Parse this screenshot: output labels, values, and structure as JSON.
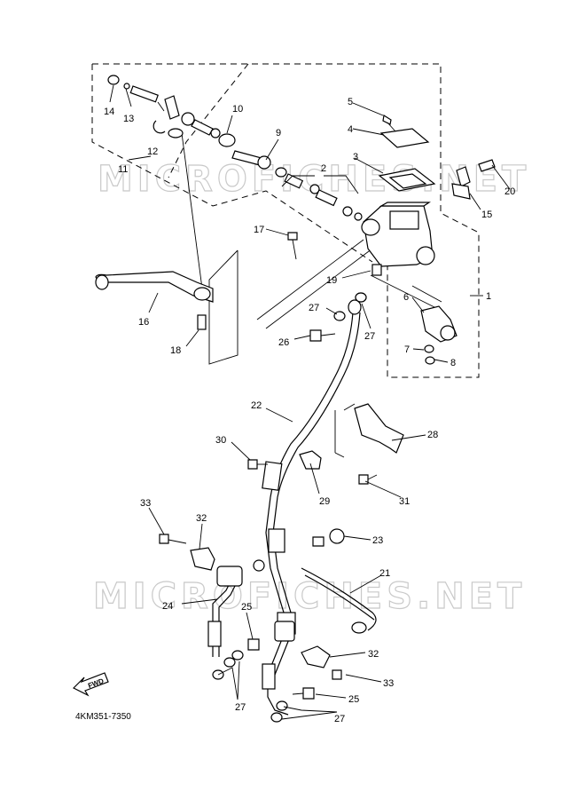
{
  "diagram_code": "4KM351-7350",
  "watermark": "MICROFICHES.NET",
  "fwd_badge": "FWD",
  "callouts": {
    "c1": "1",
    "c2": "2",
    "c3": "3",
    "c4": "4",
    "c5": "5",
    "c6": "6",
    "c7": "7",
    "c8": "8",
    "c9": "9",
    "c10": "10",
    "c11": "11",
    "c12": "12",
    "c13": "13",
    "c14": "14",
    "c15": "15",
    "c16": "16",
    "c17": "17",
    "c18": "18",
    "c19": "19",
    "c20": "20",
    "c21": "21",
    "c22": "22",
    "c23": "23",
    "c24": "24",
    "c25a": "25",
    "c25b": "25",
    "c26": "26",
    "c27a": "27",
    "c27b": "27",
    "c27c": "27",
    "c27d": "27",
    "c28": "28",
    "c29": "29",
    "c30": "30",
    "c31": "31",
    "c32a": "32",
    "c32b": "32",
    "c33a": "33",
    "c33b": "33"
  }
}
